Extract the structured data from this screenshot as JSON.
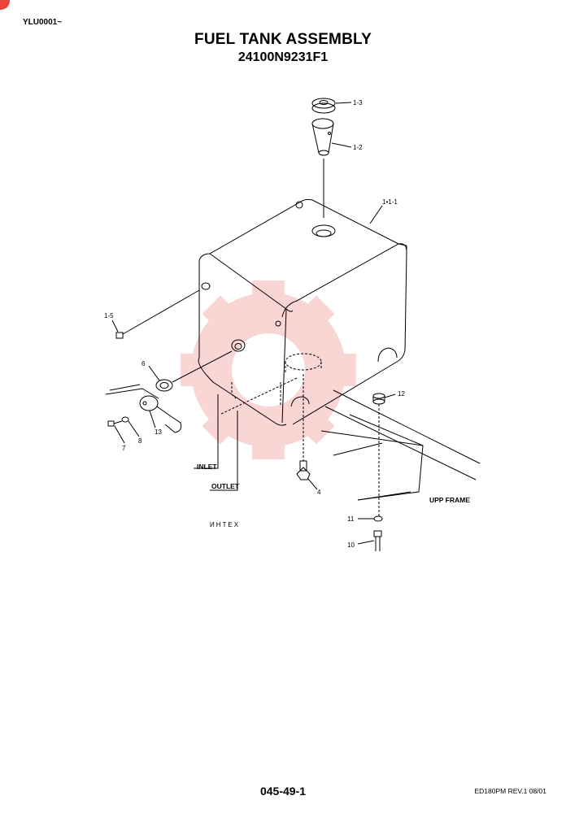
{
  "header": {
    "model_code": "YLU0001~",
    "title": "FUEL TANK ASSEMBLY",
    "part_number": "24100N9231F1"
  },
  "callouts": {
    "c1_3": "1-3",
    "c1_2": "1-2",
    "c1_1_1": "1•1-1",
    "c1_5": "1-5",
    "c6": "6",
    "c7": "7",
    "c8": "8",
    "c13": "13",
    "c4": "4",
    "c12": "12",
    "c11": "11",
    "c10": "10"
  },
  "labels": {
    "inlet": "INLET",
    "outlet": "OUTLET",
    "upp_frame": "UPP FRAME"
  },
  "watermark": {
    "text": "ИНТЕХ",
    "color": "#e8453c"
  },
  "footer": {
    "page_number": "045-49-1",
    "revision": "ED180PM REV.1  08/01"
  }
}
